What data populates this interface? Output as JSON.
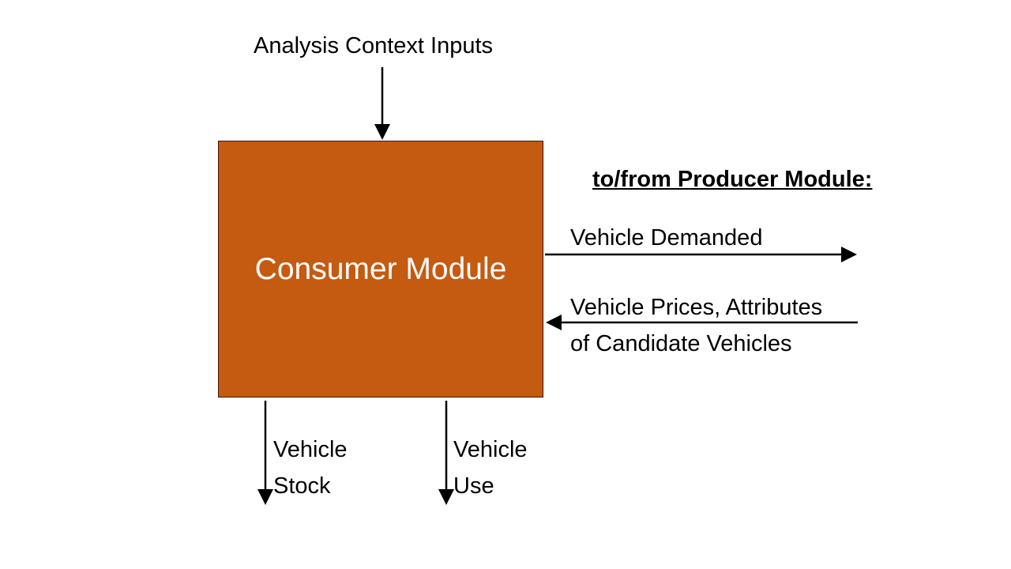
{
  "diagram": {
    "top_input_label": "Analysis Context Inputs",
    "module_title": "Consumer Module",
    "producer_heading": "to/from Producer Module:",
    "outgoing_label": "Vehicle Demanded",
    "incoming_label_line1": "Vehicle Prices, Attributes",
    "incoming_label_line2": "of Candidate Vehicles",
    "stock_label_line1": "Vehicle",
    "stock_label_line2": "Stock",
    "use_label_line1": "Vehicle",
    "use_label_line2": "Use"
  },
  "colors": {
    "module_fill": "#c55a11",
    "module_text": "#ffffff",
    "arrow": "#000000"
  }
}
